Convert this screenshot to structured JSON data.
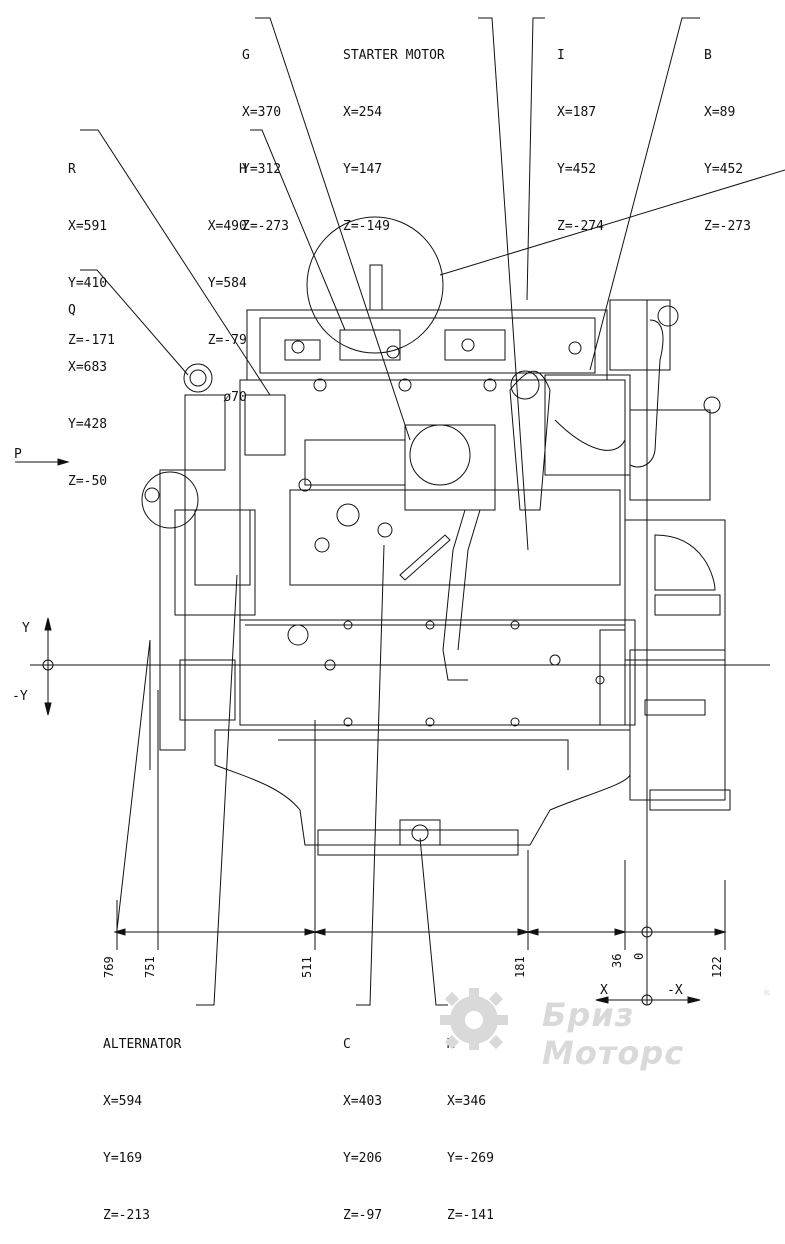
{
  "callouts": {
    "G": {
      "label": "G",
      "lines": [
        "X=370",
        "Y=312",
        "Z=-273"
      ]
    },
    "starter": {
      "label": "STARTER MOTOR",
      "lines": [
        "X=254",
        "Y=147",
        "Z=-149"
      ]
    },
    "I": {
      "label": "I",
      "lines": [
        "X=187",
        "Y=452",
        "Z=-274"
      ]
    },
    "B": {
      "label": "B",
      "lines": [
        "X=89",
        "Y=452",
        "Z=-273"
      ]
    },
    "R": {
      "label": "R",
      "lines": [
        "X=591",
        "Y=410",
        "Z=-171"
      ]
    },
    "H": {
      "label": "H",
      "lines": [
        "X=490",
        "Y=584",
        "Z=-79",
        "ø70"
      ]
    },
    "Q": {
      "label": "Q",
      "lines": [
        "X=683",
        "Y=428",
        "Z=-50"
      ]
    },
    "alternator": {
      "label": "ALTERNATOR",
      "lines": [
        "X=594",
        "Y=169",
        "Z=-213"
      ]
    },
    "C": {
      "label": "C",
      "lines": [
        "X=403",
        "Y=206",
        "Z=-97"
      ]
    },
    "M": {
      "label": "M",
      "lines": [
        "X=346",
        "Y=-269",
        "Z=-141"
      ]
    }
  },
  "axes": {
    "p": "P",
    "y_pos": "Y",
    "y_neg": "-Y",
    "x_pos": "X",
    "x_neg": "-X"
  },
  "dimensions": [
    "769",
    "751",
    "511",
    "181",
    "36",
    "0",
    "122"
  ],
  "watermark": {
    "text": "Бриз Моторс",
    "registered": "®"
  },
  "colors": {
    "line": "#111111",
    "watermark": "#d9d9d9"
  }
}
